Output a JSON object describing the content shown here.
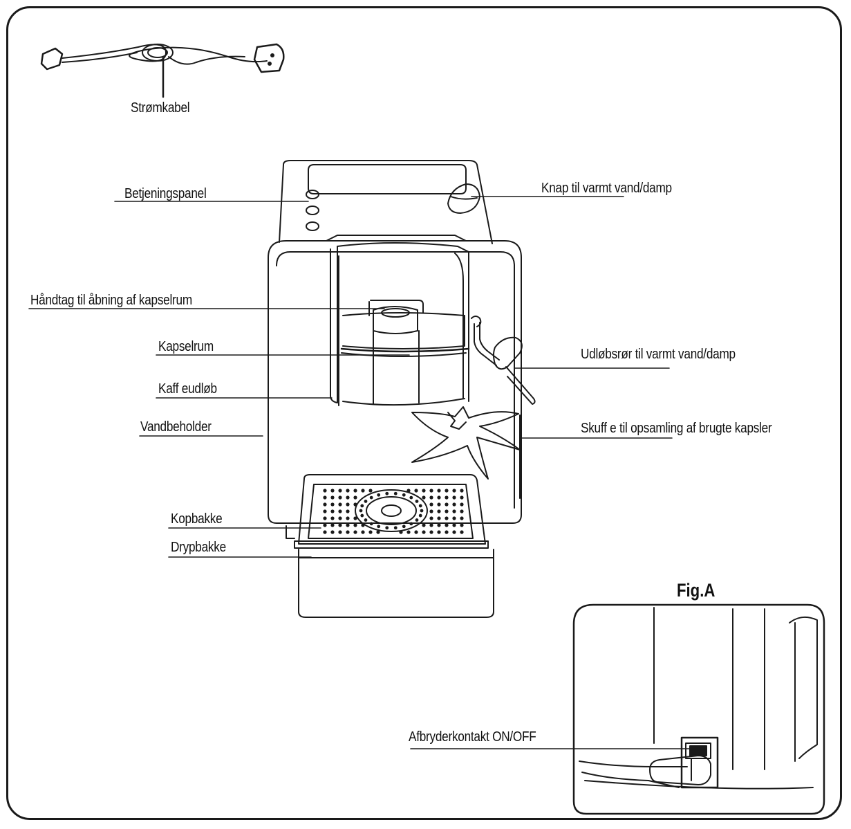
{
  "labels": {
    "power_cable": "Strømkabel",
    "control_panel": "Betjeningspanel",
    "hot_water_button": "Knap til varmt vand/damp",
    "capsule_handle": "Håndtag til åbning af kapselrum",
    "capsule_chamber": "Kapselrum",
    "coffee_outlet": "Kaff eudløb",
    "steam_nozzle": "Udløbsrør til varmt vand/damp",
    "water_tank": "Vandbeholder",
    "capsule_drawer": "Skuff e til opsamling af brugte kapsler",
    "cup_tray": "Kopbakke",
    "drip_tray": "Drypbakke",
    "figure_title": "Fig.A",
    "power_switch": "Afbryderkontakt ON/OFF"
  }
}
